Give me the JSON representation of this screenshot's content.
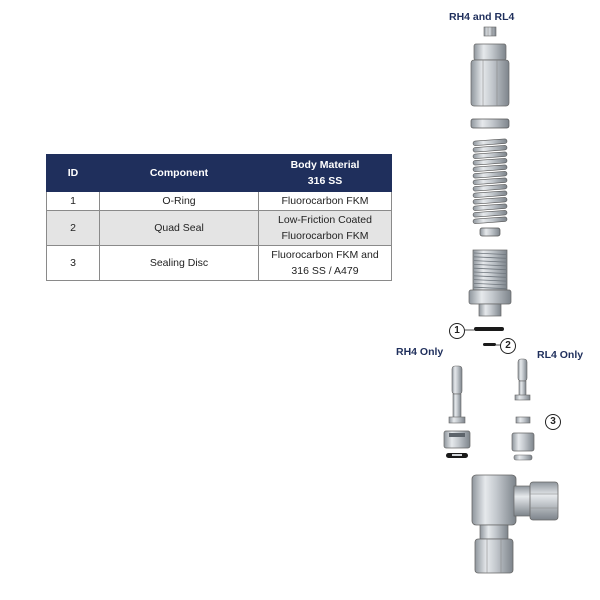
{
  "table": {
    "headers": {
      "id": "ID",
      "component": "Component",
      "material_line1": "Body Material",
      "material_line2": "316 SS"
    },
    "rows": [
      {
        "id": "1",
        "component": "O-Ring",
        "material": [
          "Fluorocarbon FKM"
        ]
      },
      {
        "id": "2",
        "component": "Quad Seal",
        "material": [
          "Low-Friction Coated",
          "Fluorocarbon FKM"
        ]
      },
      {
        "id": "3",
        "component": "Sealing Disc",
        "material": [
          "Fluorocarbon FKM and",
          "316 SS / A479"
        ]
      }
    ]
  },
  "labels": {
    "top": "RH4 and RL4",
    "rh4": "RH4 Only",
    "rl4": "RL4 Only"
  },
  "callouts": [
    "1",
    "2",
    "3"
  ],
  "colors": {
    "header_bg": "#1f2f5c",
    "label_text": "#1f2f5c",
    "metal": "#b9bec3",
    "metal_dark": "#7f868d"
  }
}
